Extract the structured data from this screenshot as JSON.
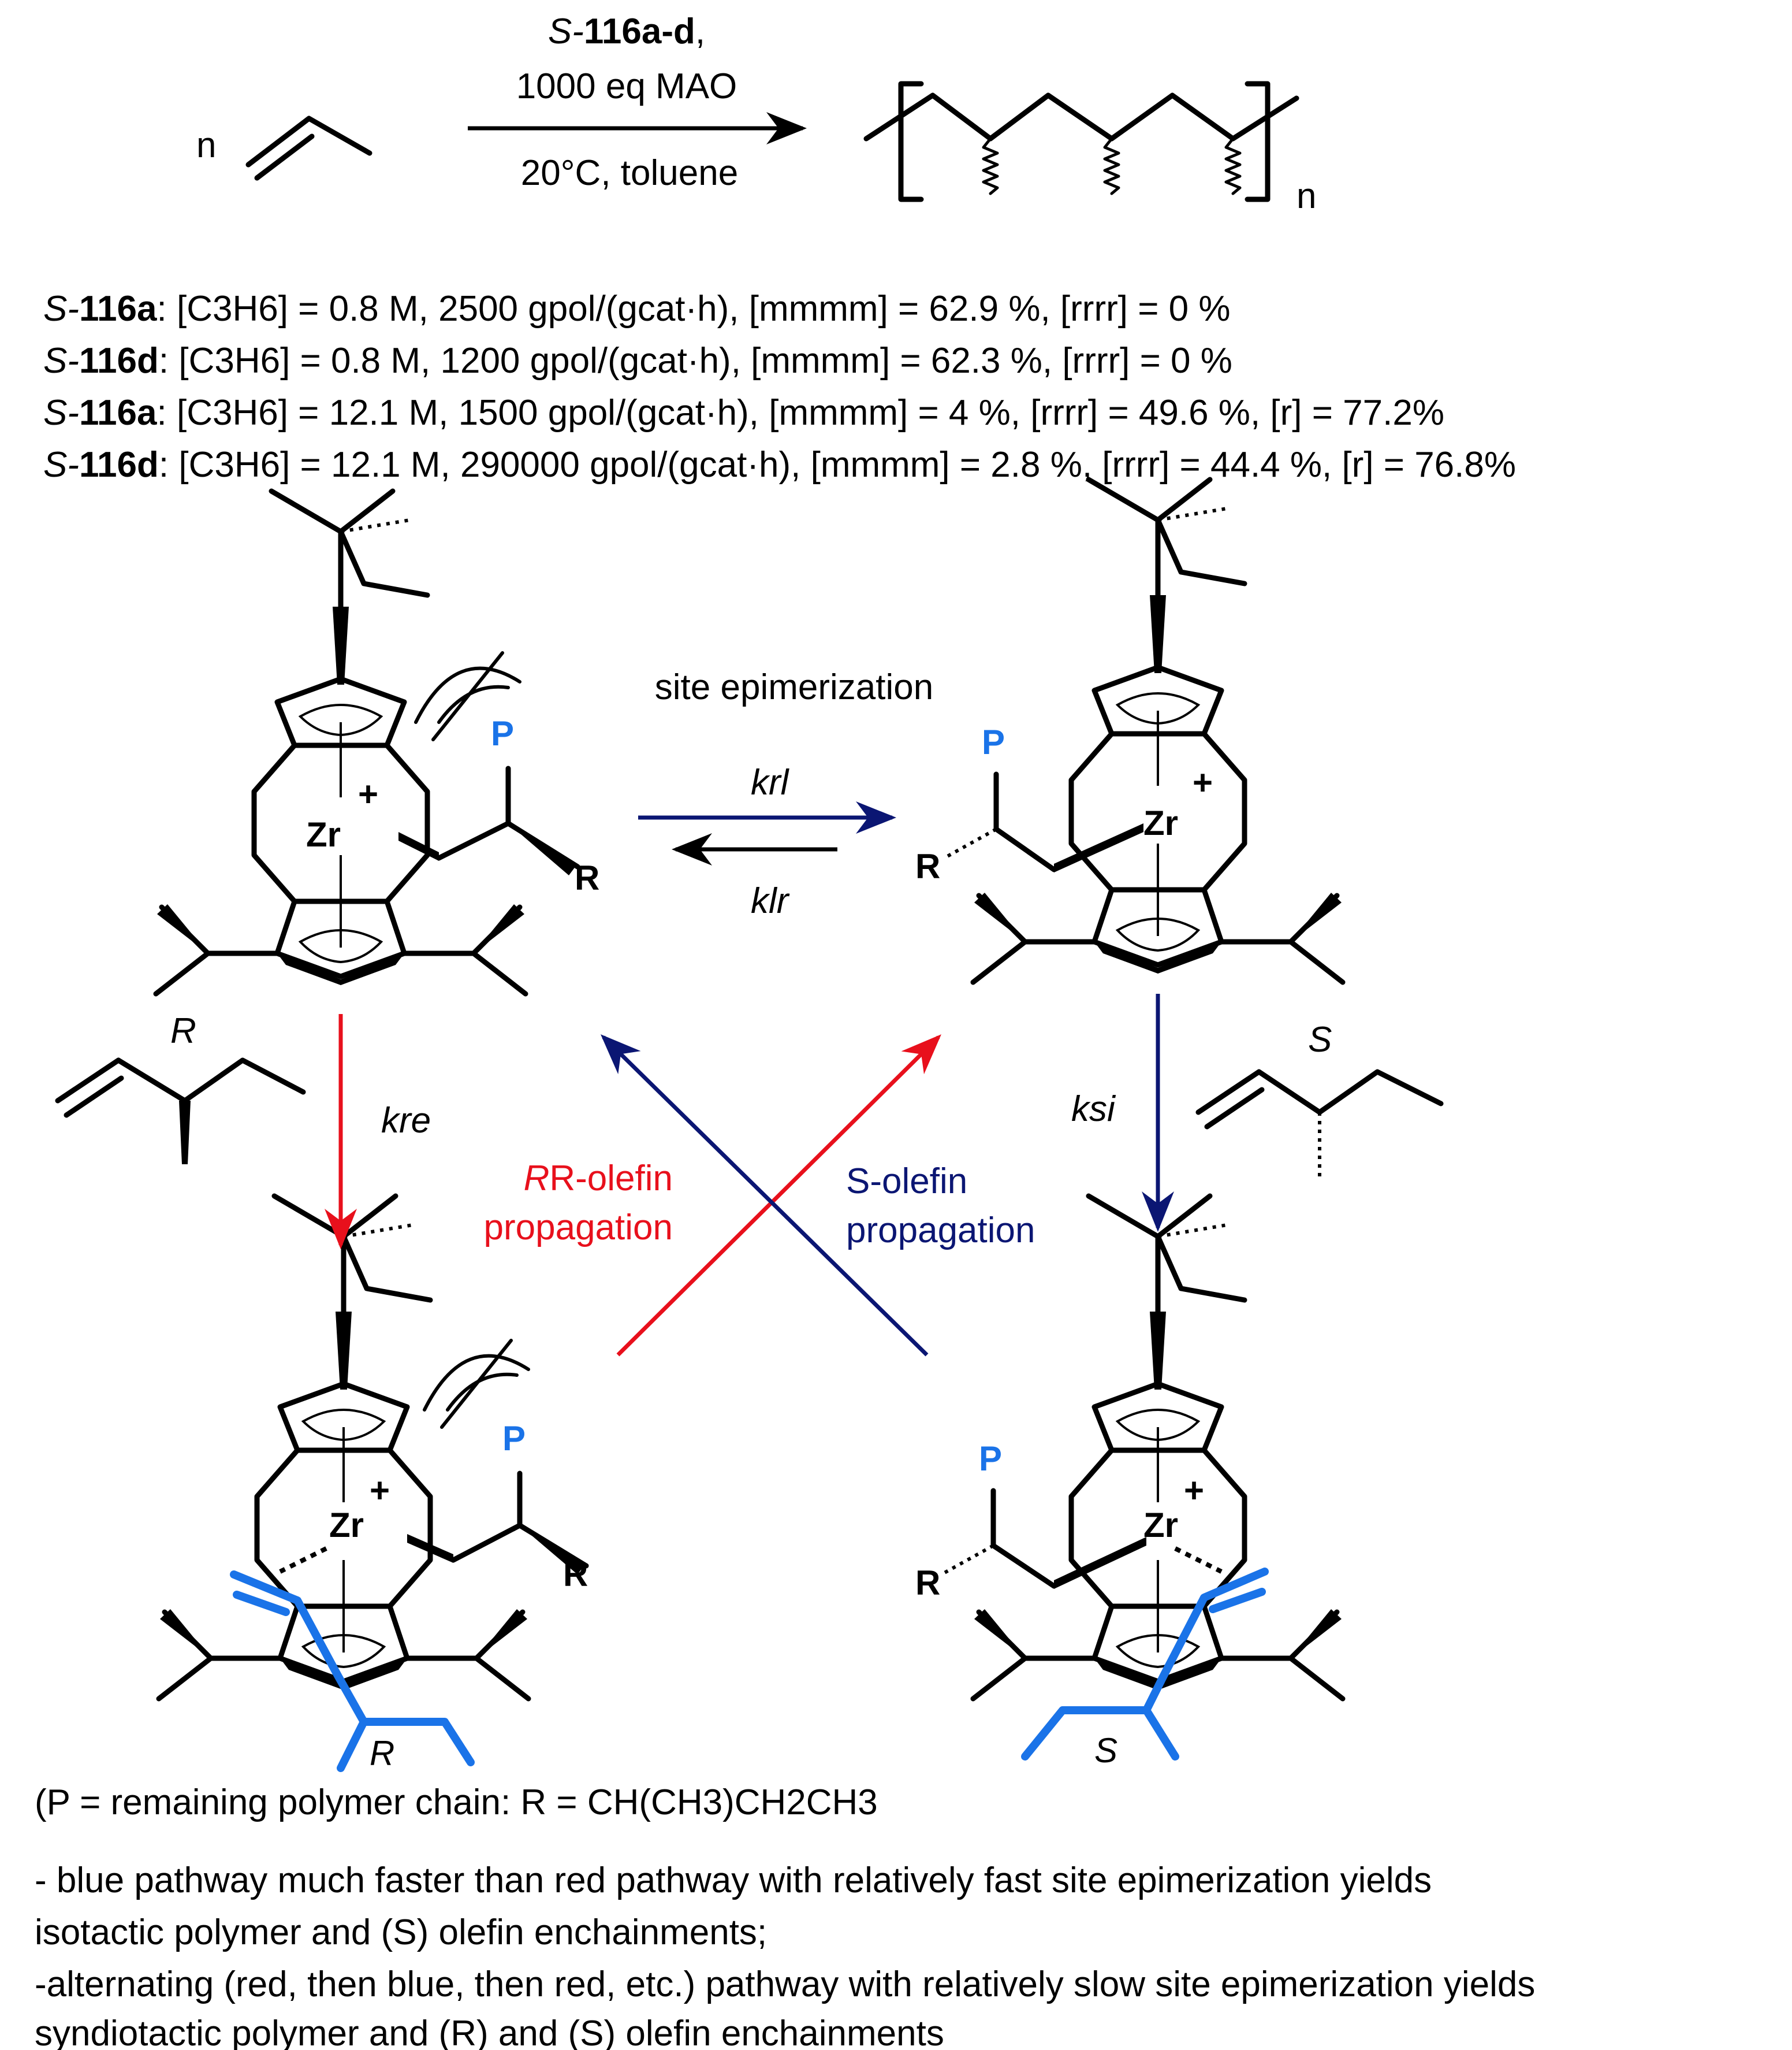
{
  "reaction": {
    "reagent_prefix": "S-",
    "reagent_bold": "116a-d",
    "reagent_suffix": ",",
    "reagent_line2": "1000 eq MAO",
    "conditions": "20°C, toluene",
    "monomer_n": "n",
    "polymer_n": "n"
  },
  "results": [
    {
      "prefix": "S-",
      "cat": "116a",
      "text": ": [C3H6] = 0.8 M, 2500 gpol/(gcat·h), [mmmm] = 62.9 %, [rrrr] = 0 %"
    },
    {
      "prefix": "S-",
      "cat": "116d",
      "text": ": [C3H6] = 0.8 M, 1200 gpol/(gcat·h), [mmmm] = 62.3 %, [rrrr] = 0 %"
    },
    {
      "prefix": "S-",
      "cat": "116a",
      "text": ": [C3H6] = 12.1 M, 1500 gpol/(gcat·h), [mmmm] = 4 %, [rrrr] = 49.6 %, [r] = 77.2%"
    },
    {
      "prefix": "S-",
      "cat": "116d",
      "text": ": [C3H6] = 12.1 M, 290000 gpol/(gcat·h), [mmmm] = 2.8 %, [rrrr] = 44.4 %, [r] = 76.8%"
    }
  ],
  "mechanism": {
    "site_epimerization": "site epimerization",
    "k_rl": "krl",
    "k_lr": "klr",
    "k_re": "kre",
    "k_si": "ksi",
    "r_olefin_1": "R-olefin",
    "r_olefin_2": "propagation",
    "s_olefin_1": "S-olefin",
    "s_olefin_2": "propagation",
    "zr": "Zr",
    "plus": "+",
    "P": "P",
    "R": "R",
    "olefin_R_label": "R",
    "olefin_S_label": "S",
    "chain_R_label": "R",
    "chain_S_label": "S"
  },
  "footnote": "(P = remaining polymer chain: R = CH(CH3)CH2CH3",
  "notes": [
    "- blue pathway much faster than red pathway with relatively fast site epimerization yields",
    "isotactic polymer and (S) olefin enchainments;",
    "-alternating (red, then blue, then red, etc.) pathway with relatively slow site epimerization yields",
    "syndiotactic polymer and (R) and (S) olefin enchainments"
  ],
  "colors": {
    "blue_label": "#1a73e8",
    "red_arrow": "#e8101c",
    "navy_arrow": "#0b1673",
    "red_text": "#e8101c",
    "navy_text": "#0b1673"
  }
}
